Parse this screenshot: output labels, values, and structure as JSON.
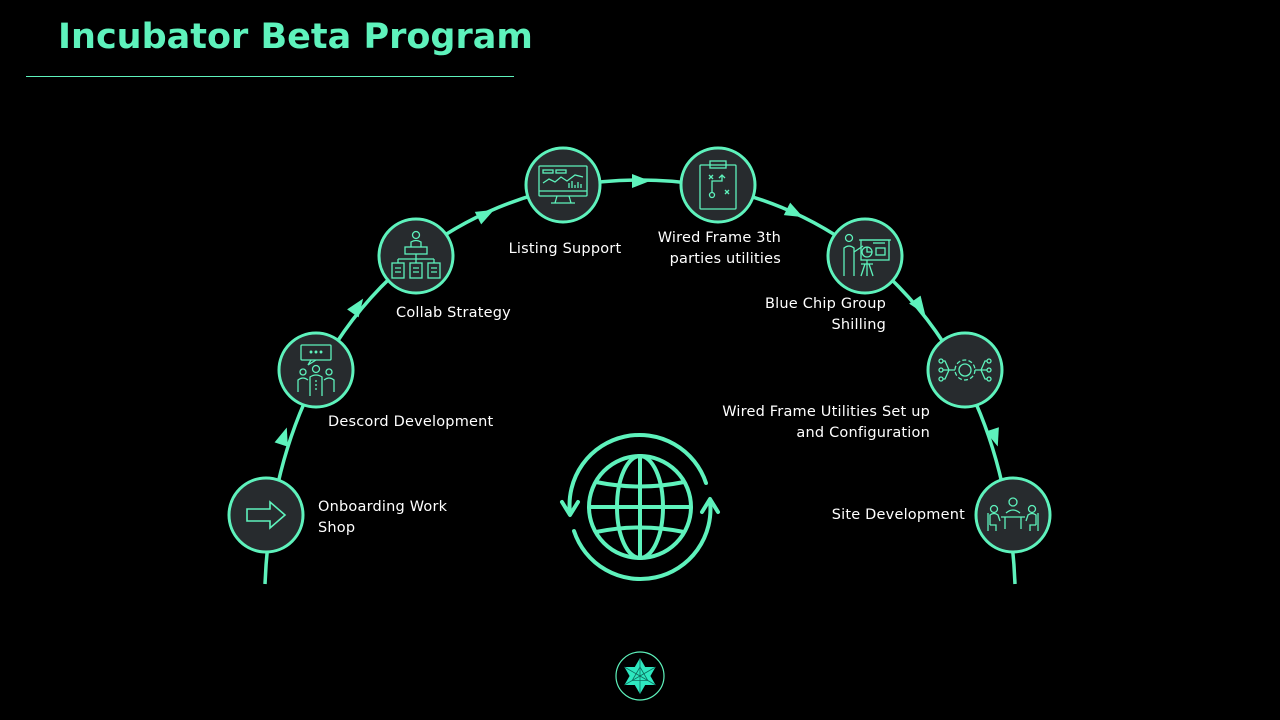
{
  "title": "Incubator Beta Program",
  "colors": {
    "accent": "#5ef2bc",
    "node_fill": "#272b2e",
    "background": "#000000",
    "text": "#ffffff"
  },
  "steps": [
    {
      "label": "Onboarding Work Shop",
      "icon": "arrow-right-icon"
    },
    {
      "label": "Descord Development",
      "icon": "team-discussion-icon"
    },
    {
      "label": "Collab Strategy",
      "icon": "org-chart-icon"
    },
    {
      "label": "Listing Support",
      "icon": "monitor-chart-icon"
    },
    {
      "label": "Wired Frame 3th parties utilities",
      "icon": "clipboard-strategy-icon"
    },
    {
      "label": "Blue Chip Group Shilling",
      "icon": "presentation-icon"
    },
    {
      "label": "Wired Frame Utilities Set up and Configuration",
      "icon": "gear-network-icon"
    },
    {
      "label": "Site Development",
      "icon": "meeting-table-icon"
    }
  ],
  "center_icon": "globe-refresh-icon",
  "footer_logo": "star-logo-icon"
}
